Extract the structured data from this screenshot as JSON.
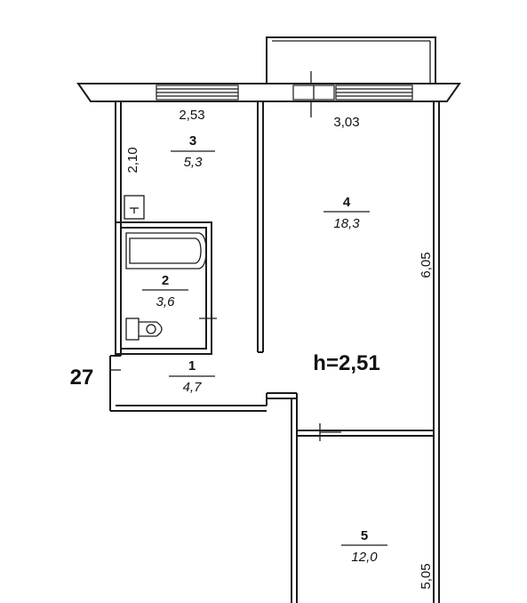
{
  "plan": {
    "apartment_number": "27",
    "ceiling_height": "h=2,51"
  },
  "rooms": [
    {
      "number": "1",
      "area": "4,7"
    },
    {
      "number": "2",
      "area": "3,6"
    },
    {
      "number": "3",
      "area": "5,3"
    },
    {
      "number": "4",
      "area": "18,3"
    },
    {
      "number": "5",
      "area": "12,0"
    }
  ],
  "dimensions": {
    "room3_width": "2,53",
    "room3_depth": "2,10",
    "room4_width": "3,03",
    "room4_depth": "6,05",
    "room5_depth": "5,05"
  }
}
